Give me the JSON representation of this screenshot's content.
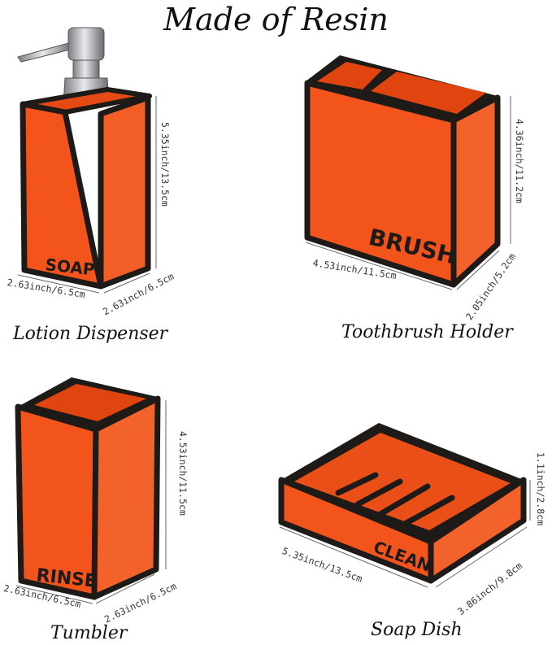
{
  "header": {
    "title": "Made of Resin"
  },
  "products": {
    "lotion": {
      "name": "Lotion Dispenser",
      "label": "SOAP",
      "height": "5.35inch/13.5cm",
      "width": "2.63inch/6.5cm",
      "depth": "2.63inch/6.5cm"
    },
    "brush": {
      "name": "Toothbrush Holder",
      "label": "BRUSH",
      "height": "4.36inch/11.2cm",
      "width": "4.53inch/11.5cm",
      "depth": "2.05inch/5.2cm"
    },
    "tumbler": {
      "name": "Tumbler",
      "label": "RINSE",
      "height": "4.53inch/11.5cm",
      "width": "2.63inch/6.5cm",
      "depth": "2.63inch/6.5cm"
    },
    "dish": {
      "name": "Soap Dish",
      "label": "CLEAN",
      "height": "1.1inch/2.8cm",
      "width": "5.35inch/13.5cm",
      "depth": "3.86inch/9.8cm"
    }
  },
  "colors": {
    "orange": "#f2541b",
    "orange_dark": "#d9440f",
    "orange_light": "#f66b2e",
    "trim": "#1e1a18",
    "metal": "#b9b9bd"
  }
}
